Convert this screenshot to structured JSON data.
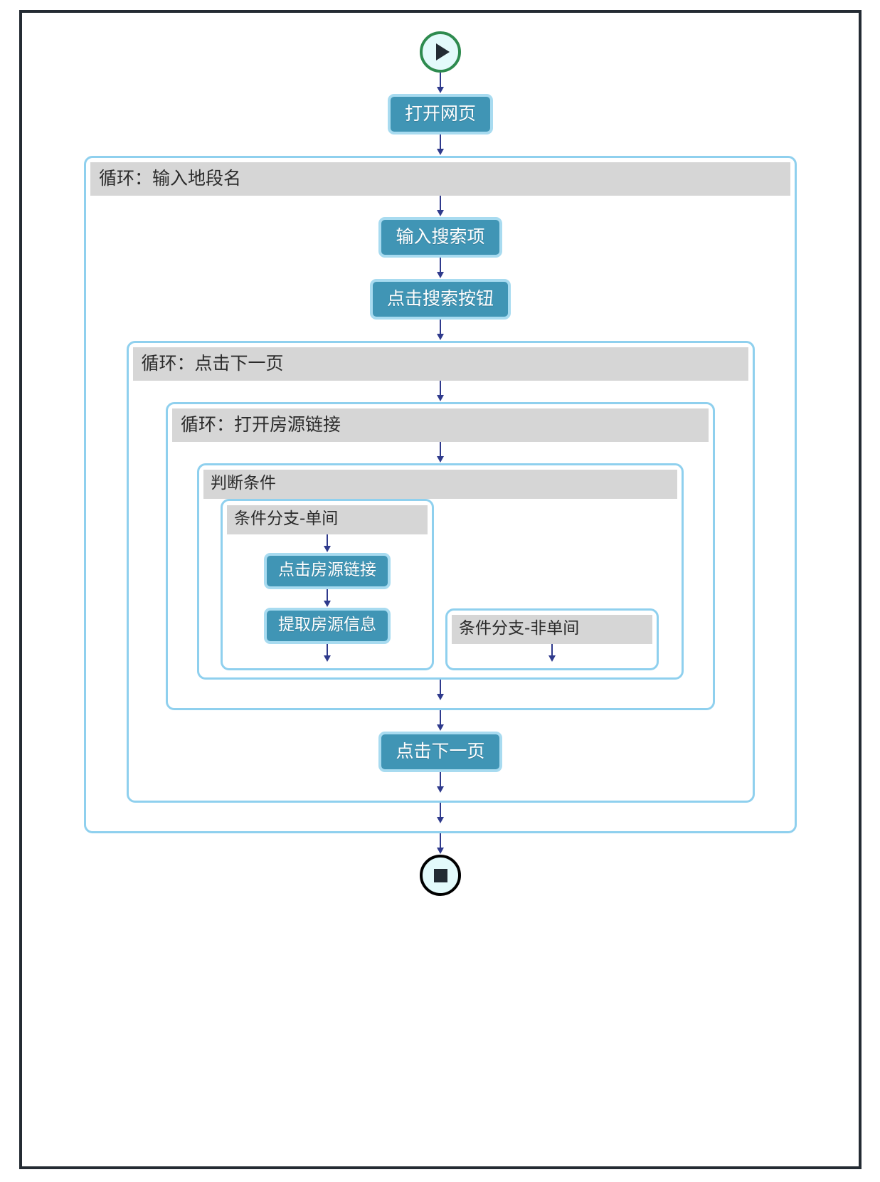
{
  "diagram": {
    "type": "flowchart",
    "title": "",
    "colors": {
      "frame": "#242b33",
      "container_border": "#8fd0ee",
      "container_title_bg": "#d6d6d6",
      "step_fill": "#4095b5",
      "step_border": "#a8dbf0",
      "arrow": "#2f3a8c",
      "start_ring": "#2e8b4f",
      "end_ring": "#000000",
      "terminal_fill": "#e3fafb"
    },
    "start_node": {
      "icon": "play-icon",
      "label": ""
    },
    "end_node": {
      "icon": "stop-icon",
      "label": ""
    },
    "steps": {
      "open_page": "打开网页",
      "input_search_term": "输入搜索项",
      "click_search_button": "点击搜索按钮",
      "click_listing_link": "点击房源链接",
      "extract_listing_info": "提取房源信息",
      "click_next_page": "点击下一页"
    },
    "loops": {
      "loop_district": "循环：输入地段名",
      "loop_next_page": "循环：点击下一页",
      "loop_open_listing": "循环：打开房源链接"
    },
    "condition": {
      "header": "判断条件",
      "branch_true": "条件分支-单间",
      "branch_false": "条件分支-非单间"
    }
  }
}
